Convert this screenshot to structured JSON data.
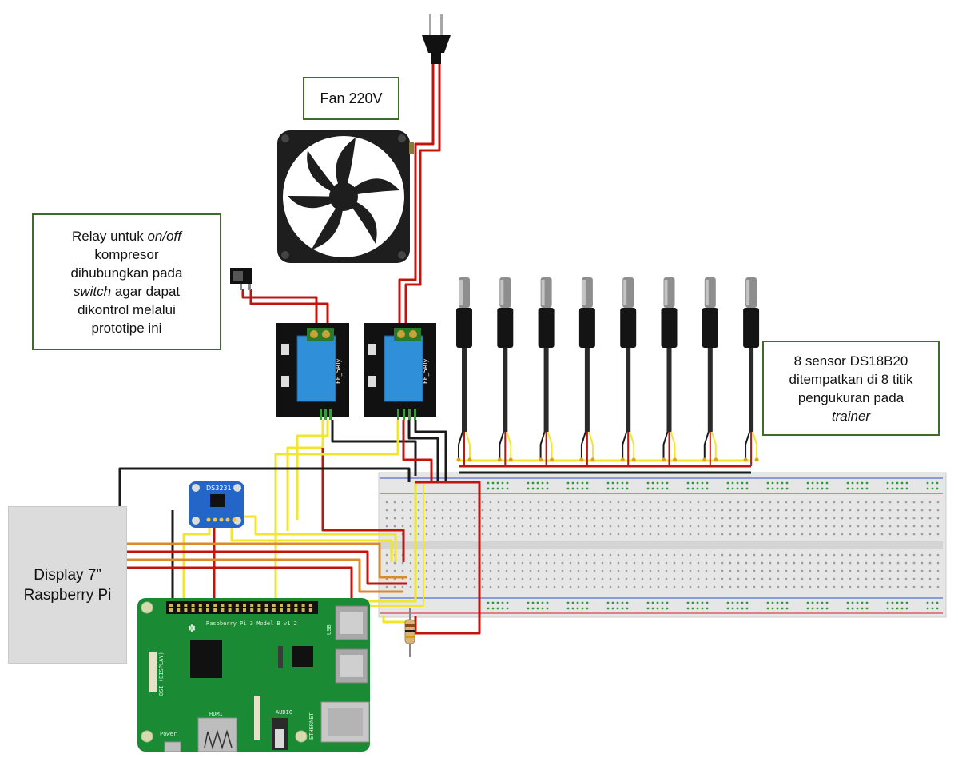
{
  "labels": {
    "fan": "Fan 220V",
    "relay_note": {
      "line1_a": "Relay untuk ",
      "line1_b": "on/off",
      "line2": "kompresor",
      "line3": "dihubungkan pada",
      "line4_a": "switch",
      "line4_b": " agar dapat",
      "line5": "dikontrol melalui",
      "line6": "prototipe ini"
    },
    "sensor_note": {
      "line1": "8 sensor DS18B20",
      "line2": "ditempatkan di 8 titik",
      "line3": "pengukuran pada",
      "line4": "trainer"
    },
    "display": {
      "line1": "Display 7”",
      "line2": "Raspberry Pi"
    }
  },
  "relay_modules": [
    {
      "id": "relay-1",
      "silk": "FE_5Rly"
    },
    {
      "id": "relay-2",
      "silk": "FE_5Rly"
    }
  ],
  "sensor_count": 8,
  "rpi_silk": {
    "board": "Raspberry Pi 3 Model B v1.2",
    "usb": "USB",
    "hdmi": "HDMI",
    "power": "Power",
    "audio": "AUDIO",
    "ethernet": "ETHERNET",
    "display": "DSI (DISPLAY)"
  },
  "rtc_silk": "DS3231",
  "colors": {
    "label_border": "#3f6b2a",
    "wire_red": "#c0140e",
    "wire_black": "#1a1a1a",
    "wire_yellow": "#f2e62c",
    "wire_orange": "#d98a2b",
    "pcb_green": "#1a8a35",
    "relay_blue": "#2f8fd8",
    "rtc_blue": "#2466c8"
  }
}
